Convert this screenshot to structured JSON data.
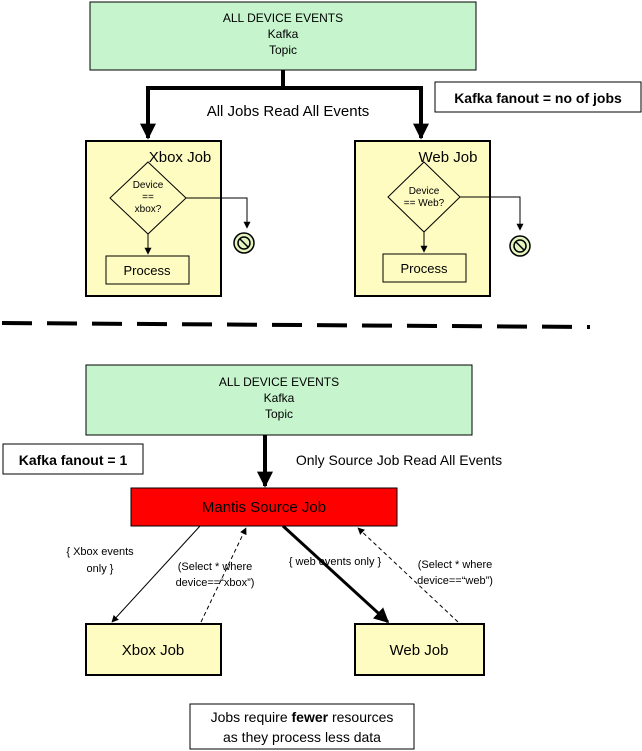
{
  "top": {
    "kafka_box": {
      "line1": "ALL DEVICE EVENTS",
      "line2": "Kafka",
      "line3": "Topic"
    },
    "edge_label": "All Jobs Read All Events",
    "fanout_note": "Kafka fanout  = no of jobs",
    "xbox_job": {
      "title": "Xbox Job",
      "decision": [
        "Device",
        "==",
        "xbox?"
      ],
      "process": "Process"
    },
    "web_job": {
      "title": "Web Job",
      "decision": [
        "Device",
        "== Web?"
      ],
      "process": "Process"
    }
  },
  "bottom": {
    "kafka_box": {
      "line1": "ALL DEVICE EVENTS",
      "line2": "Kafka",
      "line3": "Topic"
    },
    "fanout_note": "Kafka fanout  = 1",
    "edge_label": "Only Source Job Read All Events",
    "source_job": "Mantis Source Job",
    "xbox_events_label": [
      "{ Xbox events",
      "only }"
    ],
    "xbox_select_label": [
      "(Select * where",
      "device==“xbox”)"
    ],
    "web_events_label": "{ web events only }",
    "web_select_label": [
      "(Select * where",
      "device==“web”)"
    ],
    "xbox_job": "Xbox Job",
    "web_job": "Web Job",
    "footer": {
      "prefix": "Jobs require ",
      "bold": "fewer",
      "suffix": " resources",
      "line2": "as they process less data"
    }
  },
  "colors": {
    "kafka_fill": "#c6f5cd",
    "job_fill": "#fffcc2",
    "source_fill": "#ff0000",
    "stroke": "#000000"
  }
}
